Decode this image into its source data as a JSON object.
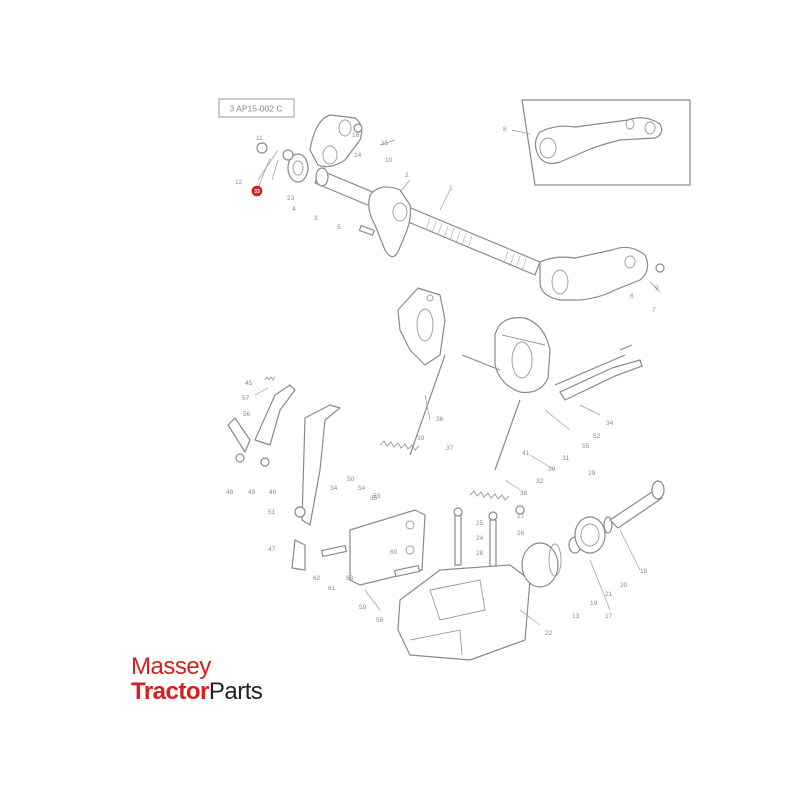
{
  "diagram": {
    "reference_code": "3 AP15-002 C",
    "highlighted_callout": "33"
  },
  "logo": {
    "line1": "Massey",
    "line2_bold": "Tractor",
    "line2_regular": "Parts",
    "colors": {
      "brand_red": "#d41f1f",
      "dark": "#222222"
    }
  },
  "callouts": [
    "1",
    "2",
    "3",
    "4",
    "5",
    "6",
    "7",
    "8",
    "9",
    "10",
    "11",
    "12",
    "13",
    "14",
    "15",
    "16",
    "17",
    "18",
    "19",
    "20",
    "21",
    "22",
    "23",
    "24",
    "25",
    "26",
    "27",
    "28",
    "29",
    "30",
    "31",
    "32",
    "33",
    "34",
    "35",
    "36",
    "37",
    "38",
    "39",
    "41",
    "45",
    "46",
    "47",
    "48",
    "49",
    "50",
    "51",
    "52",
    "53",
    "54",
    "55",
    "56",
    "57",
    "58",
    "59",
    "60",
    "61",
    "62",
    "63"
  ]
}
